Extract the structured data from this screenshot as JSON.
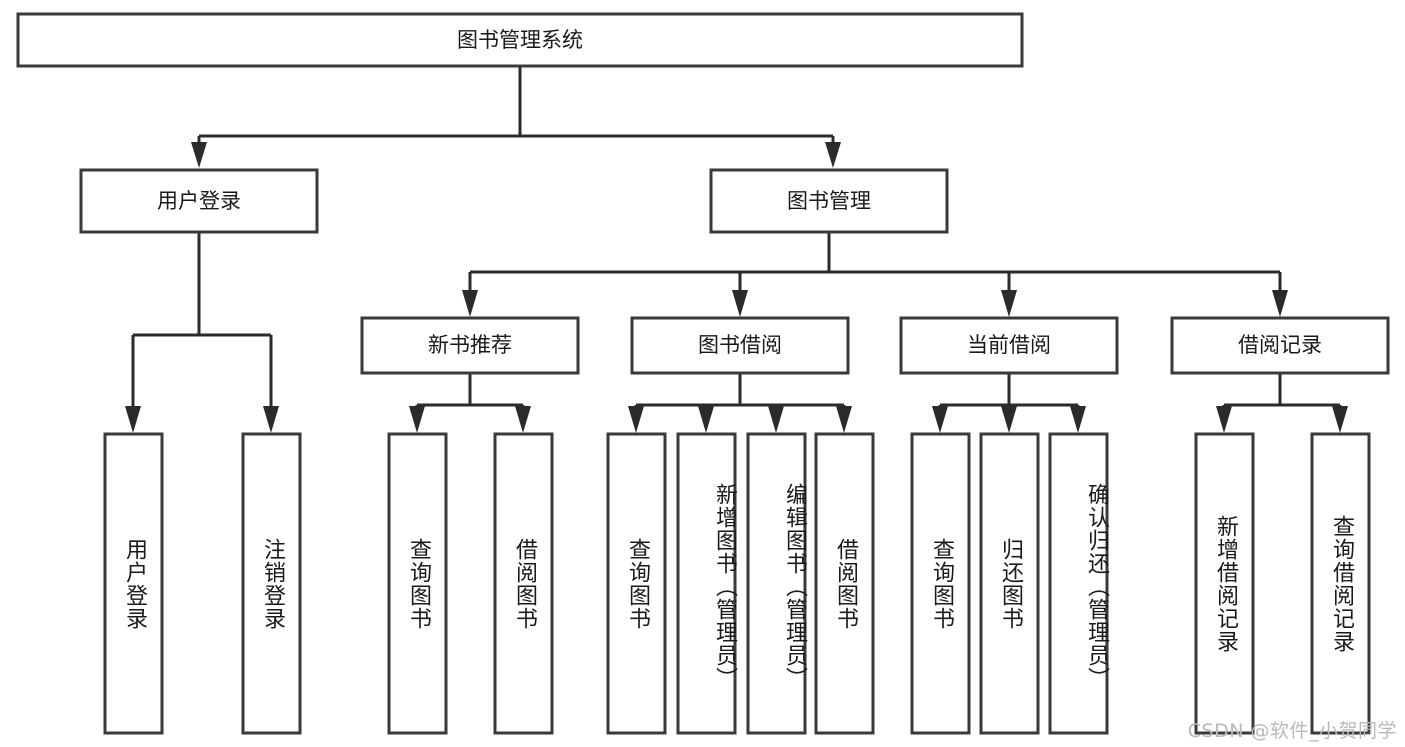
{
  "diagram": {
    "title": "图书管理系统",
    "type": "tree",
    "root": {
      "label": "图书管理系统"
    },
    "level2": [
      {
        "label": "用户登录"
      },
      {
        "label": "图书管理"
      }
    ],
    "level3": [
      {
        "label": "新书推荐"
      },
      {
        "label": "图书借阅"
      },
      {
        "label": "当前借阅"
      },
      {
        "label": "借阅记录"
      }
    ],
    "leaves": {
      "user_login": [
        {
          "label": "用户登录"
        },
        {
          "label": "注销登录"
        }
      ],
      "new_book_recommend": [
        {
          "label": "查询图书"
        },
        {
          "label": "借阅图书"
        }
      ],
      "book_borrow": [
        {
          "label": "查询图书"
        },
        {
          "label": "新增图书（管理员）"
        },
        {
          "label": "编辑图书（管理员）"
        },
        {
          "label": "借阅图书"
        }
      ],
      "current_borrow": [
        {
          "label": "查询图书"
        },
        {
          "label": "归还图书"
        },
        {
          "label": "确认归还（管理员）"
        }
      ],
      "borrow_record": [
        {
          "label": "新增借阅记录"
        },
        {
          "label": "查询借阅记录"
        }
      ]
    }
  },
  "watermark": {
    "text": "CSDN @软件_小贺同学"
  },
  "colors": {
    "box_stroke": "#3a3a3a",
    "connector": "#2b2b2b",
    "text": "#1a1a1a",
    "background": "#ffffff",
    "watermark": "#b9b9b9"
  }
}
